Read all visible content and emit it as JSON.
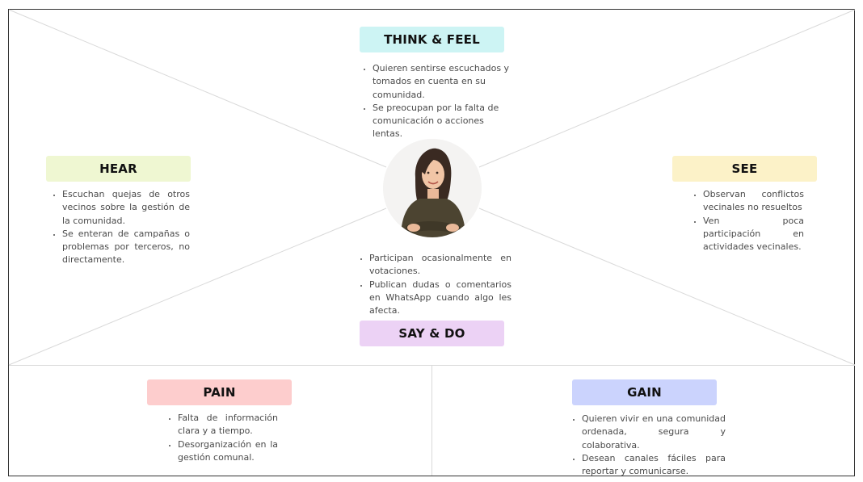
{
  "think_feel": {
    "title": "THINK & FEEL",
    "items": [
      "Quieren sentirse escuchados y tomados en cuenta en su comunidad.",
      "Se preocupan por la falta de comunicación o acciones lentas."
    ]
  },
  "hear": {
    "title": "HEAR",
    "items": [
      "Escuchan quejas de otros vecinos sobre la gestión de la comunidad.",
      "Se enteran de campañas o problemas por terceros, no directamente."
    ]
  },
  "see": {
    "title": "SEE",
    "items": [
      "Observan conflictos vecinales no resueltos",
      "Ven poca participación en actividades vecinales."
    ]
  },
  "say_do": {
    "title": "SAY & DO",
    "items": [
      "Participan ocasionalmente en votaciones.",
      "Publican dudas o comentarios en WhatsApp cuando algo les afecta."
    ]
  },
  "pain": {
    "title": "PAIN",
    "items": [
      "Falta de información clara y a tiempo.",
      "Desorganización en la gestión comunal."
    ]
  },
  "gain": {
    "title": "GAIN",
    "items": [
      "Quieren vivir en una comunidad ordenada, segura y colaborativa.",
      "Desean canales fáciles para reportar y comunicarse."
    ]
  },
  "colors": {
    "think_feel": "#cdf4f4",
    "hear": "#eff7d2",
    "see": "#fcf2c8",
    "say_do": "#ecd2f5",
    "pain": "#fdcdcd",
    "gain": "#cbd3fd"
  },
  "avatar_icon": "persona-photo"
}
